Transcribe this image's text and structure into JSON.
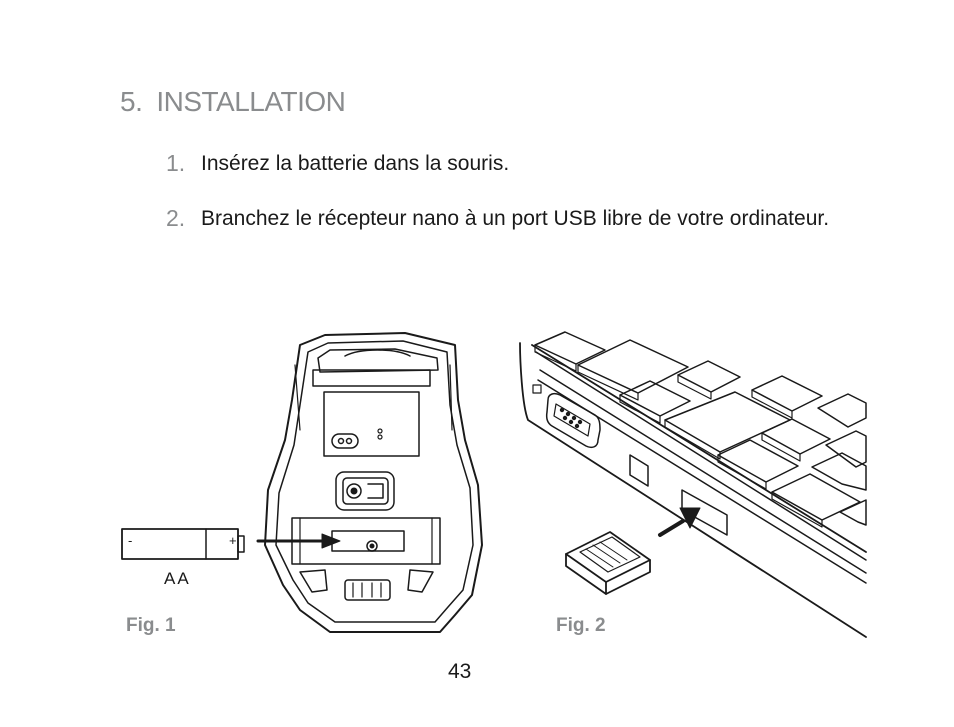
{
  "section": {
    "number": "5.",
    "title": "INSTALLATION"
  },
  "steps": [
    {
      "number": "1.",
      "text": "Insérez la batterie dans la souris."
    },
    {
      "number": "2.",
      "text": "Branchez  le récepteur nano à un port USB  libre de votre ordinateur."
    }
  ],
  "figures": {
    "fig1": {
      "caption": "Fig. 1",
      "battery_label": "AA",
      "battery_minus": "-",
      "battery_plus": "+"
    },
    "fig2": {
      "caption": "Fig. 2"
    }
  },
  "page_number": "43",
  "colors": {
    "heading": "#8a8c8e",
    "text": "#1a1a1a",
    "line": "#1a1a1a"
  }
}
